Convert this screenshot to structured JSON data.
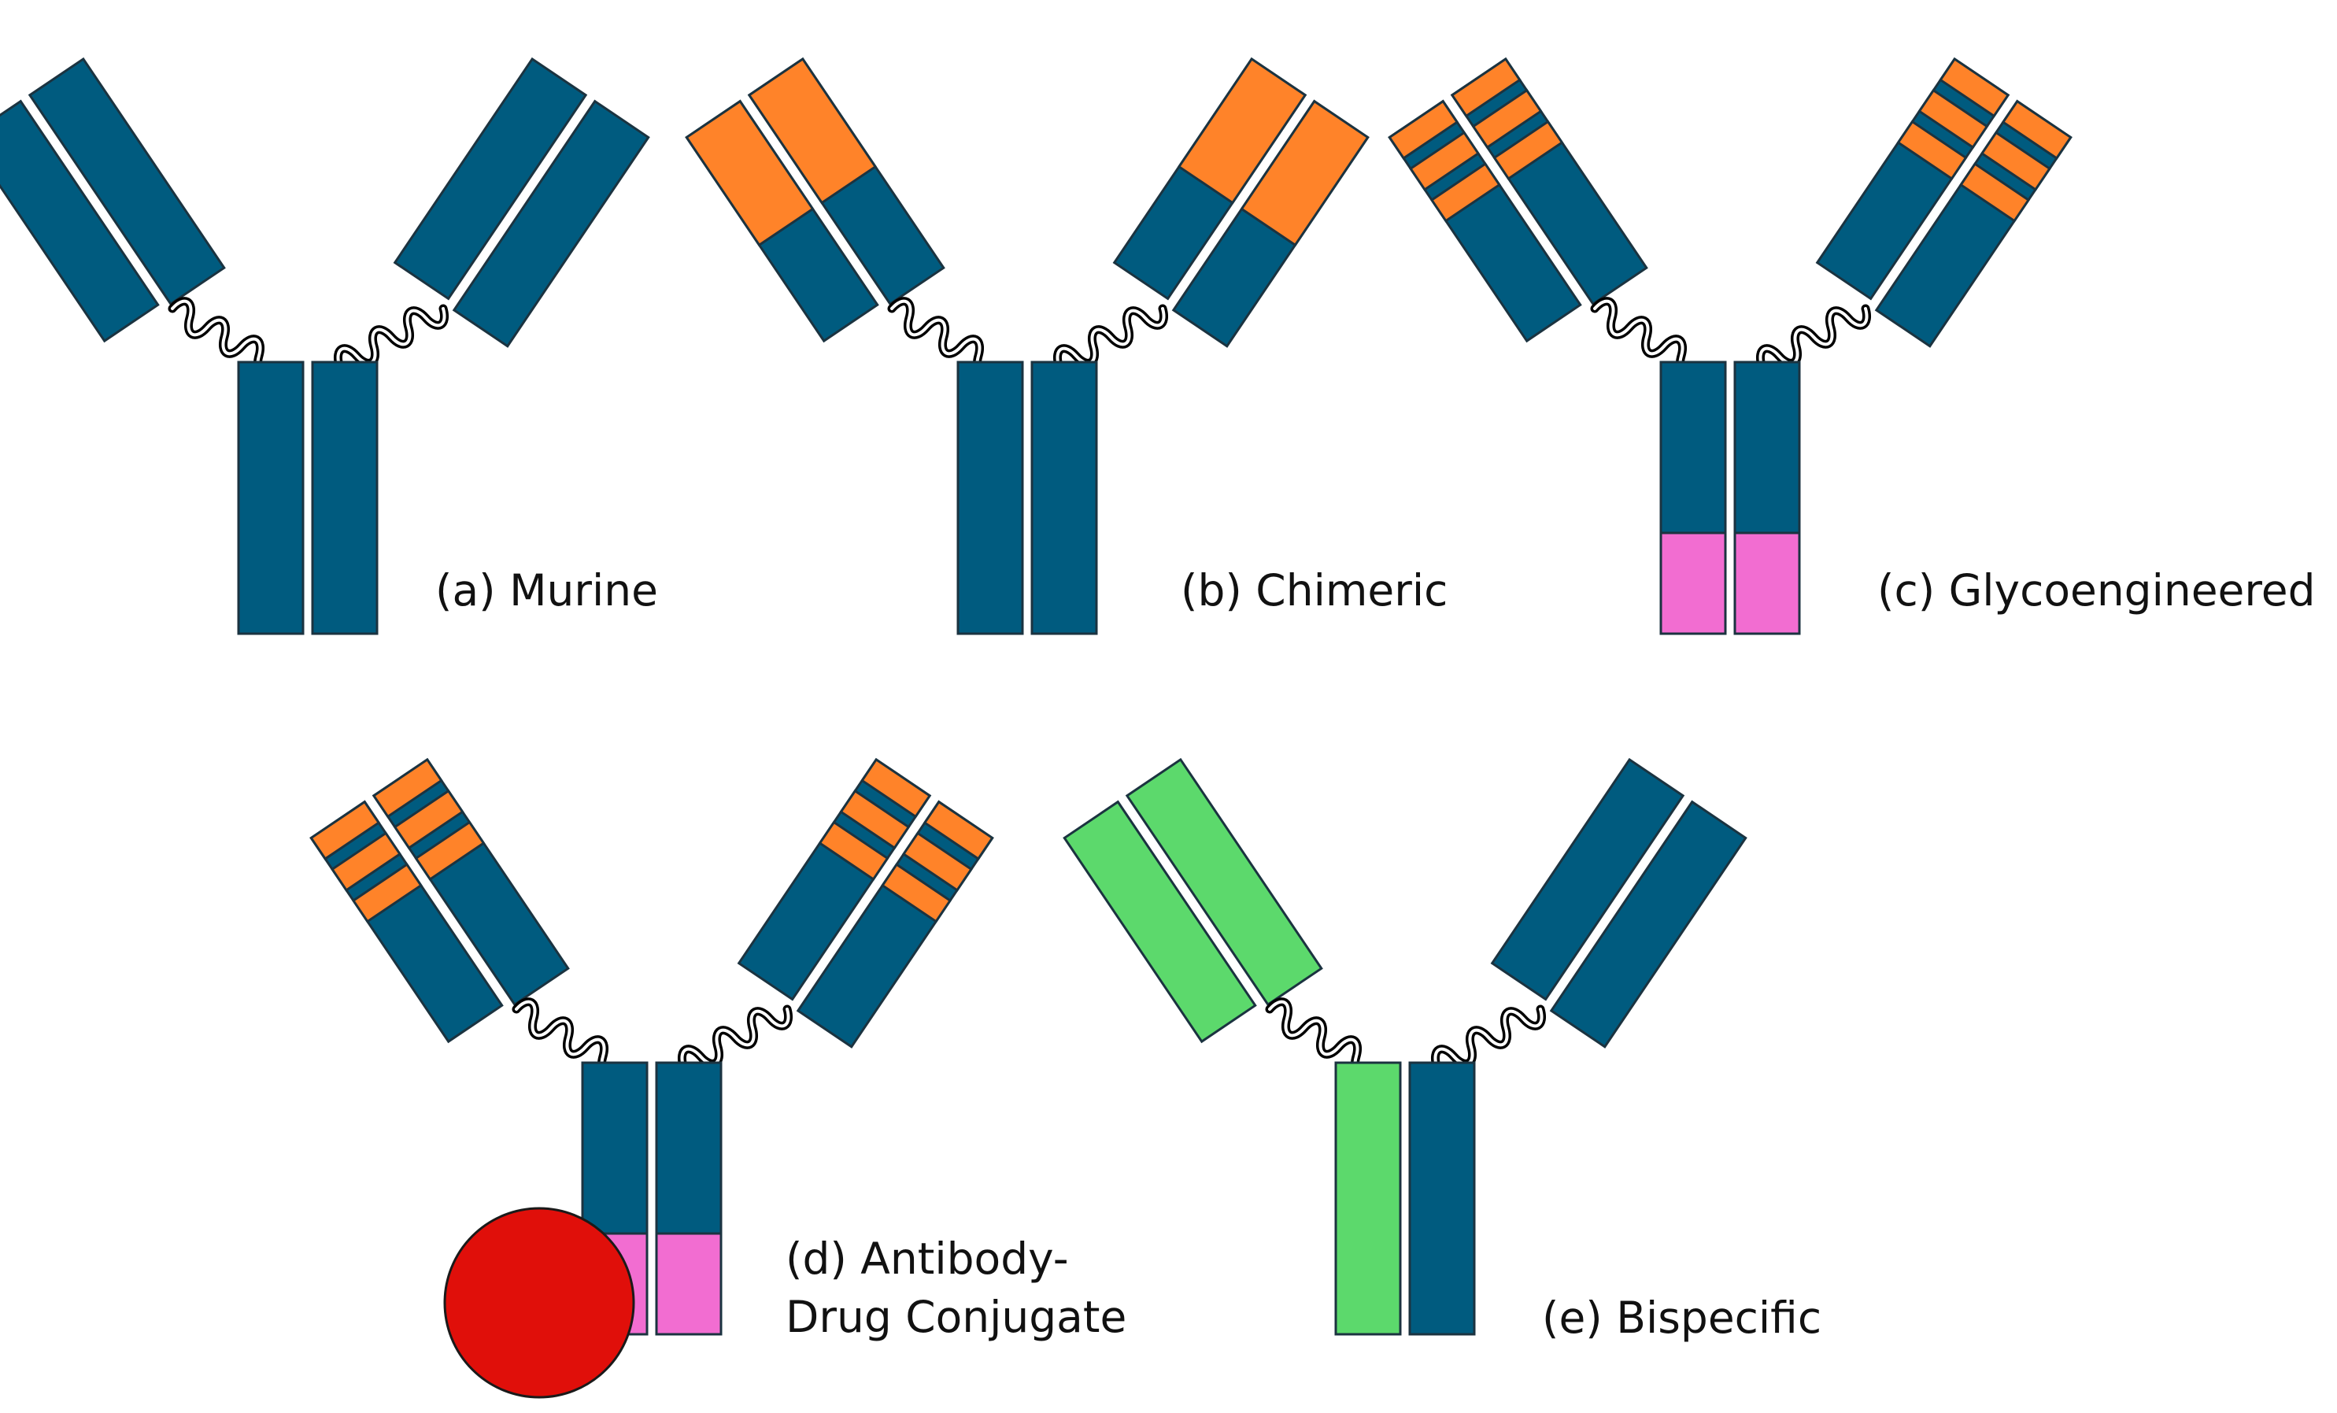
{
  "colors": {
    "variable_region_mouse": "#ff8329",
    "human_region": "#005b7f",
    "glycoengineered_fc": "#f26dd1",
    "drug_payload": "#e00f0a",
    "second_specificity": "#5cd96c",
    "outline": "#1b3340",
    "hinge": "#000000"
  },
  "icons": {
    "hinge": "hinge-coil-icon",
    "drug": "drug-payload-circle-icon"
  },
  "antibodies": [
    {
      "label": "(a) Murine",
      "variable_bands": "full",
      "fc_tip": false,
      "payload": false
    },
    {
      "label": "(b) Chimeric",
      "variable_bands": "upper-half",
      "fc_tip": false,
      "payload": false
    },
    {
      "label": "(c) Glycoengineered",
      "variable_bands": "cdr-stripes",
      "fc_tip": true,
      "payload": false
    },
    {
      "label_lines": [
        "(d) Antibody-",
        "Drug Conjugate"
      ],
      "variable_bands": "cdr-stripes",
      "fc_tip": true,
      "payload": true
    },
    {
      "label": "(e) Bispecific",
      "variable_bands": "none",
      "fc_tip": false,
      "payload": false,
      "left_half": "second_specificity"
    }
  ]
}
